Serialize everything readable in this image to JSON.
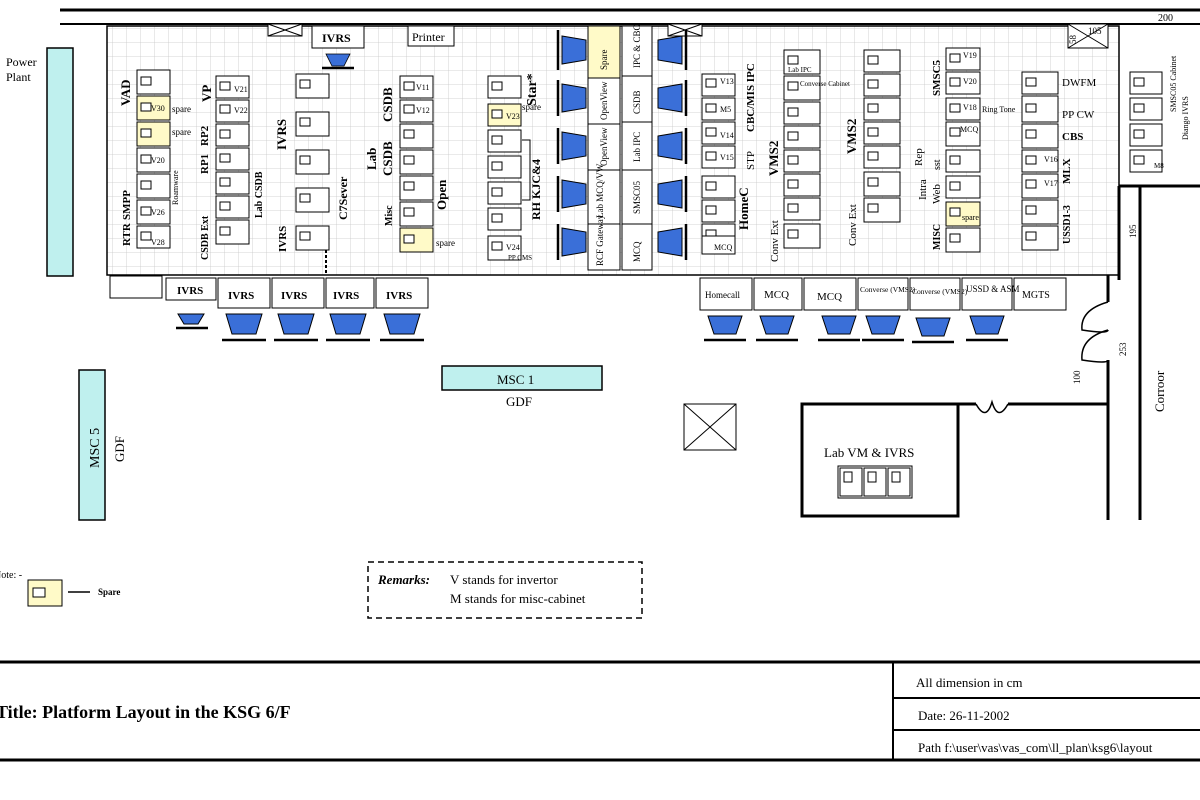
{
  "colors": {
    "cyan": "#bff0ee",
    "spare": "#fffac8",
    "seat": "#3a6fd8",
    "line": "#000000",
    "grid": "#c8c8c8"
  },
  "top_dim": "200",
  "crossbox_top_right_dims": [
    "105",
    "58"
  ],
  "left_labels": {
    "power_plant_1": "Power",
    "power_plant_2": "Plant"
  },
  "top_labels": {
    "ivrs": "IVRS",
    "printer": "Printer",
    "spare": "Spare",
    "ipc_cbc": "IPC & CBC"
  },
  "col1": {
    "headers": [
      "VAD",
      "RTR",
      "SMPP"
    ],
    "cells": [
      "",
      "V30",
      "",
      "V20",
      "",
      "V26",
      "V28"
    ],
    "notes": [
      "spare",
      "spare",
      "Roamware"
    ]
  },
  "col2": {
    "headers": [
      "VP",
      "RP1",
      "RP2",
      "CSDB Ext",
      "Lab CSDB"
    ],
    "cells": [
      "V21",
      "V22",
      "",
      "",
      "",
      "",
      ""
    ]
  },
  "col3": {
    "headers": [
      "IVRS",
      "C7Sever",
      "IVRS"
    ]
  },
  "col4": {
    "headers": [
      "CSDB",
      "Lab",
      "CSDB",
      "Open",
      "Misc"
    ],
    "cells": [
      "V11",
      "V12",
      "",
      "",
      "",
      "",
      ""
    ],
    "notes": [
      "spare"
    ]
  },
  "col5": {
    "headers": [
      "Star*",
      "RH KJC&4"
    ],
    "cells": [
      "",
      "V23",
      "",
      "",
      "",
      "",
      "",
      "V24"
    ],
    "notes": [
      "spare",
      "PP CMS"
    ]
  },
  "col6": {
    "cells": [
      "Spare",
      "OpenView",
      "OpenView",
      "Lab MCQ/VW",
      "RCF Gateway"
    ]
  },
  "col7": {
    "cells": [
      "IPC & CBC",
      "CSDB",
      "Lab IPC",
      "SMSC05",
      "MCQ"
    ]
  },
  "col8": {
    "headers": [
      "HomeC",
      "STP",
      "CBC/MIS IPC"
    ],
    "cells": [
      "V13",
      "M5",
      "V14",
      "V15",
      "",
      "",
      "",
      "MCQ"
    ]
  },
  "col9": {
    "headers": [
      "VMS2",
      "Conv Ext"
    ],
    "cells": [
      "Lab IPC",
      "Converse Cabinet",
      "",
      "",
      "",
      "",
      "",
      ""
    ]
  },
  "col10": {
    "headers": [
      "VMS2",
      "Conv Ext"
    ]
  },
  "col11": {
    "headers": [
      "SMSC5",
      "Intra",
      "Rep",
      "Web",
      "sst",
      "MISC"
    ],
    "cells": [
      "V19",
      "V20",
      "V18",
      "MCQ",
      "",
      "",
      "",
      ""
    ],
    "notes": [
      "Ring Tone",
      "spare"
    ]
  },
  "col12": {
    "headers": [
      "DWFM",
      "PP CW",
      "CBS",
      "MLX",
      "USSD1-3"
    ],
    "cells": [
      "",
      "",
      "",
      "V16",
      "V17",
      "",
      "",
      ""
    ]
  },
  "col13": {
    "headers": [
      "SMSC05 Cabinet",
      "Diango IVRS"
    ],
    "cells": [
      "",
      "",
      "",
      "M8"
    ]
  },
  "bottom_left_row": [
    "IVRS",
    "IVRS",
    "IVRS",
    "IVRS",
    "IVRS"
  ],
  "bottom_right_row": [
    "Homecall",
    "MCQ",
    "MCQ",
    "Converse (VMS2)",
    "Converse (VMS2)",
    "USSD & ASM",
    "MGTS"
  ],
  "msc1": {
    "label": "MSC 1",
    "sub": "GDF"
  },
  "msc5": {
    "label": "MSC 5",
    "sub": "GDF"
  },
  "lab_room": {
    "label": "Lab VM  & IVRS"
  },
  "corridor": "Corroor",
  "dims": {
    "d195": "195",
    "d253": "253",
    "d100": "100"
  },
  "note": {
    "prefix": "Note: -",
    "spare": "Spare"
  },
  "remarks": {
    "label": "Remarks:",
    "line1": "V stands for invertor",
    "line2": "M stands for misc-cabinet"
  },
  "title_block": {
    "title": "Title: Platform Layout in the KSG 6/F",
    "dimension": "All dimension in cm",
    "date": "Date:  26-11-2002",
    "path": "Path  f:\\user\\vas\\vas_com\\ll_plan\\ksg6\\layout"
  }
}
